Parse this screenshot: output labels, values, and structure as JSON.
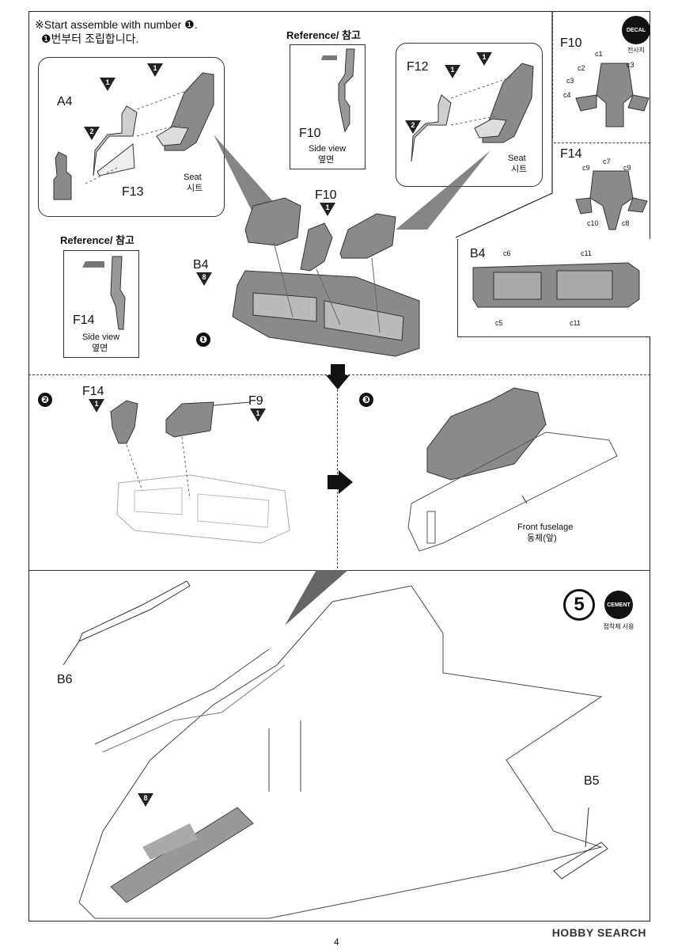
{
  "header": {
    "line1": "※Start assemble with number ❶.",
    "line2": "❶번부터 조립합니다."
  },
  "step1": {
    "number": "❶",
    "panel_left": {
      "part_a4": "A4",
      "part_f13": "F13",
      "seat_en": "Seat",
      "seat_ko": "시트",
      "tri1": "1",
      "tri2": "2",
      "tri3": "1"
    },
    "ref_top": {
      "title": "Reference/ 참고",
      "part": "F10",
      "side_en": "Side view",
      "side_ko": "옆면"
    },
    "panel_right": {
      "part_f12": "F12",
      "seat_en": "Seat",
      "seat_ko": "시트",
      "tri1": "1",
      "tri2": "2",
      "tri3": "1"
    },
    "ref_left": {
      "title": "Reference/ 참고",
      "part": "F14",
      "side_en": "Side view",
      "side_ko": "옆면"
    },
    "part_f10": "F10",
    "tri_f10": "1",
    "part_b4": "B4",
    "tri_b4": "8"
  },
  "decal": {
    "badge": "DECAL",
    "caption": "전사지",
    "f10": {
      "part": "F10",
      "labels": [
        "c1",
        "c2",
        "c3",
        "c3",
        "c4"
      ]
    },
    "f14": {
      "part": "F14",
      "labels": [
        "c7",
        "c9",
        "c9",
        "c10",
        "c8"
      ]
    },
    "b4": {
      "part": "B4",
      "labels": [
        "c6",
        "c11",
        "c5",
        "c11"
      ]
    }
  },
  "step2": {
    "number": "❷",
    "part_f14": "F14",
    "tri_f14": "1",
    "part_f9": "F9",
    "tri_f9": "1"
  },
  "step3": {
    "number": "❸",
    "caption_en": "Front fuselage",
    "caption_ko": "동체(앞)"
  },
  "step5": {
    "number": "5",
    "cement_badge": "CEMENT",
    "cement_caption": "접착제 사용",
    "part_b6": "B6",
    "part_b5": "B5",
    "tri": "8"
  },
  "footer": {
    "page_number": "4",
    "watermark": "HOBBY SEARCH"
  }
}
